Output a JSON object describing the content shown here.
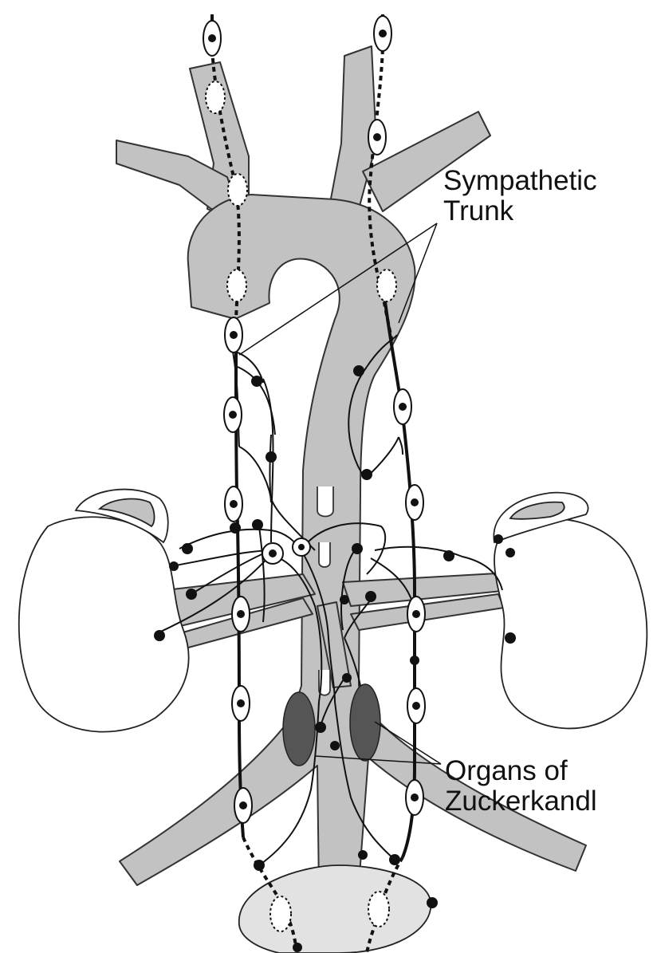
{
  "labels": {
    "sympathetic_trunk": [
      "Sympathetic",
      "Trunk"
    ],
    "organs_of_zuckerkandl": [
      "Organs of",
      "Zuckerkandl"
    ]
  },
  "colors": {
    "vessel_fill": "#c2c2c2",
    "organ_fill": "#555555",
    "bladder_fill": "#e2e2e2",
    "line": "#111111",
    "kidney_fill": "#ffffff"
  }
}
